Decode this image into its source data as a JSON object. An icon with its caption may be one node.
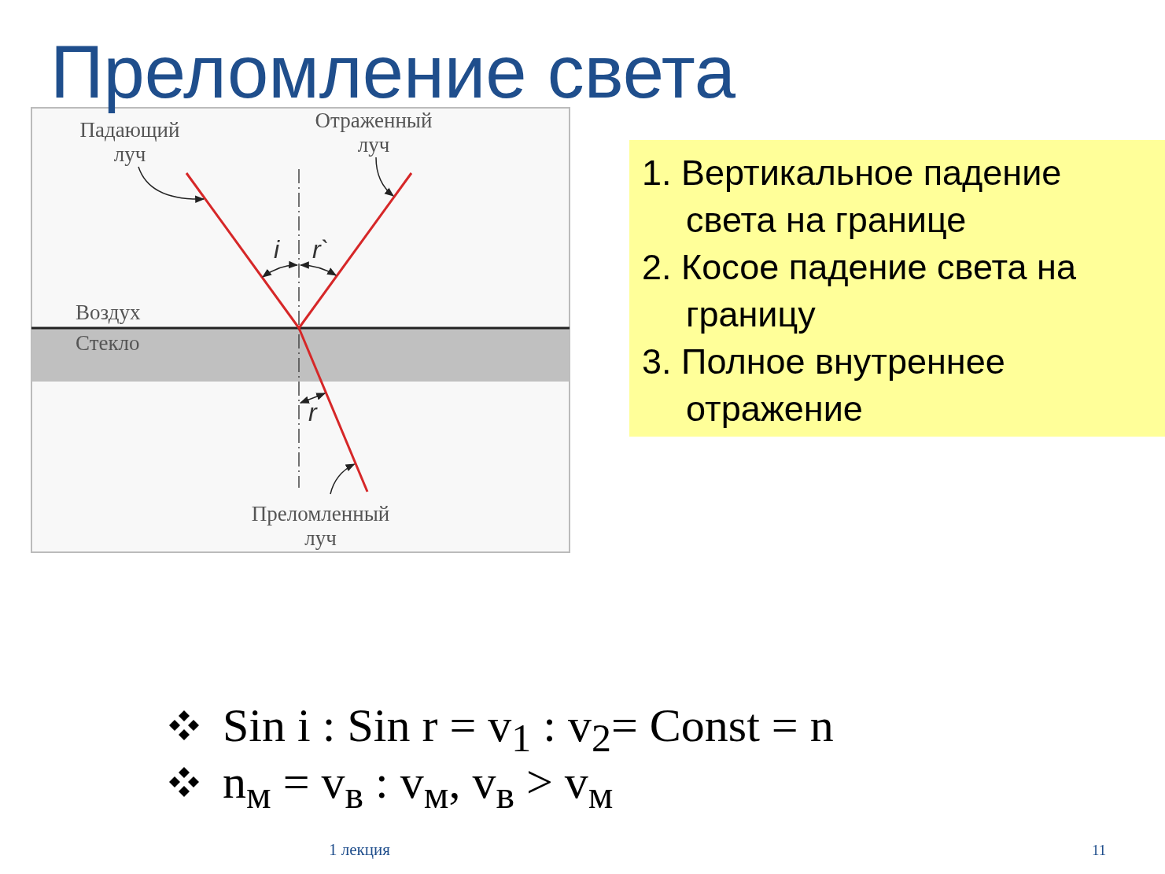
{
  "diagram": {
    "title": "Преломление света",
    "nodes": [
      {
        "text": [
          "Падающий луч"
        ]
      },
      {
        "text": [],
        "shape": "line"
      },
      {
        "text": [
          "Отраженный луч"
        ]
      },
      {
        "text": [],
        "shape": "line"
      },
      {
        "text": [
          "Преломленный луч"
        ]
      },
      {
        "text": [],
        "shape": "line"
      }
    ],
    "edges": [
      {
        "from": 0,
        "to": 1,
        "arrow": "to"
      },
      {
        "from": 2,
        "to": 3,
        "arrow": "to"
      },
      {
        "from": 4,
        "to": 5,
        "arrow": "to"
      }
    ],
    "labels": [
      "i",
      "r`",
      "Воздух",
      "Стекло",
      "r",
      "1. Вертикальное падение света на границе",
      "2. Косое падение света на границу",
      "3. Полное внутреннее отражение",
      "Sin i :  Sin r = v$_{1}$ : v$_{2}$= Const = n",
      "n$_{м}$ = v$_{в}$ : v$_{м}$, v$_{в}$ > v$_{м}$",
      "1 лекция",
      "11"
    ]
  }
}
